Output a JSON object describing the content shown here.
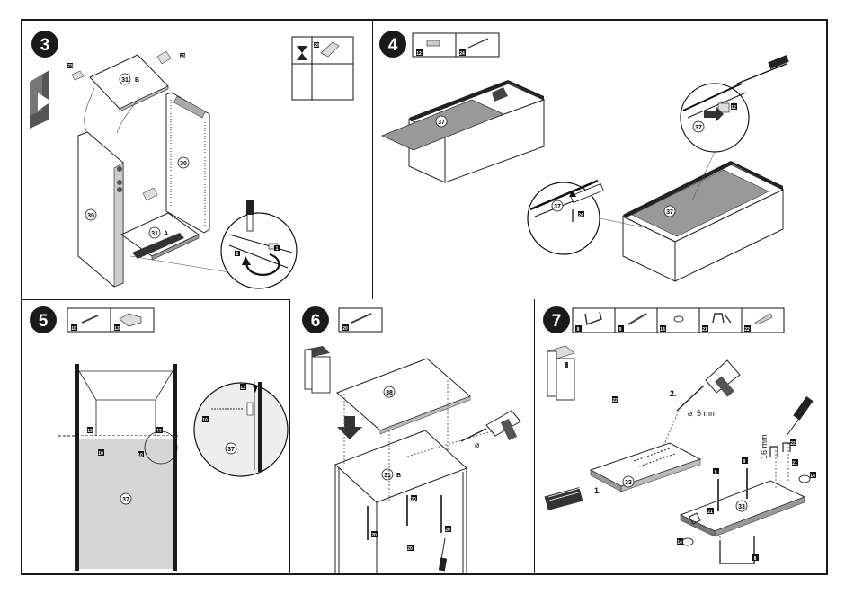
{
  "steps": [
    {
      "number": "3",
      "parts": [
        "29"
      ],
      "labels": {
        "a": "23",
        "b": "23",
        "c": "31",
        "c_suffix": "B",
        "d": "30",
        "e": "30",
        "f": "31",
        "f_suffix": "A",
        "g": "29",
        "h": "1",
        "i": "2"
      }
    },
    {
      "number": "4",
      "parts": [
        "12",
        "24"
      ],
      "labels": {
        "a": "37",
        "b": "37",
        "c": "12",
        "d": "37",
        "e": "37",
        "f": "24"
      }
    },
    {
      "number": "5",
      "parts": [
        "10",
        "13"
      ],
      "labels": {
        "a": "13",
        "b": "13",
        "c": "10",
        "d": "10",
        "e": "37",
        "f": "13",
        "g": "10",
        "h": "37"
      }
    },
    {
      "number": "6",
      "parts": [
        "20"
      ],
      "labels": {
        "a": "38",
        "b": "31",
        "b_suffix": "B",
        "c": "20",
        "d": "20",
        "e": "20",
        "f": "20"
      }
    },
    {
      "number": "7",
      "parts": [
        "8",
        "9",
        "14",
        "21",
        "22"
      ],
      "labels": {
        "a": "22",
        "b": "2.",
        "c": "5 mm",
        "d": "1.",
        "e": "33",
        "f": "33",
        "g": "9",
        "h": "9",
        "i": "22",
        "j": "21",
        "k": "16 mm",
        "l": "14",
        "m": "14",
        "n": "21",
        "o": "8"
      }
    }
  ]
}
